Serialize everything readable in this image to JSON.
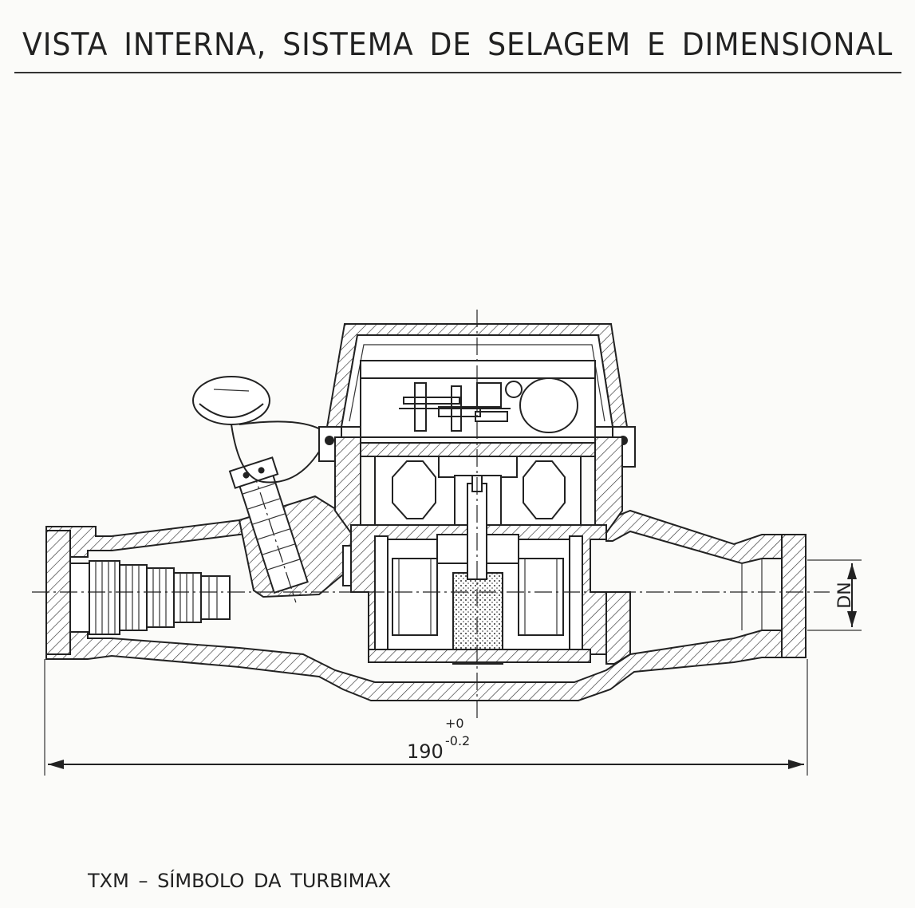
{
  "title": "VISTA INTERNA, SISTEMA DE SELAGEM E DIMENSIONAL",
  "dimensions": {
    "length_value": "190",
    "tolerance_upper": "+0",
    "tolerance_lower": "-0.2",
    "dn_label": "DN"
  },
  "caption": "TXM – SÍMBOLO DA TURBIMAX"
}
